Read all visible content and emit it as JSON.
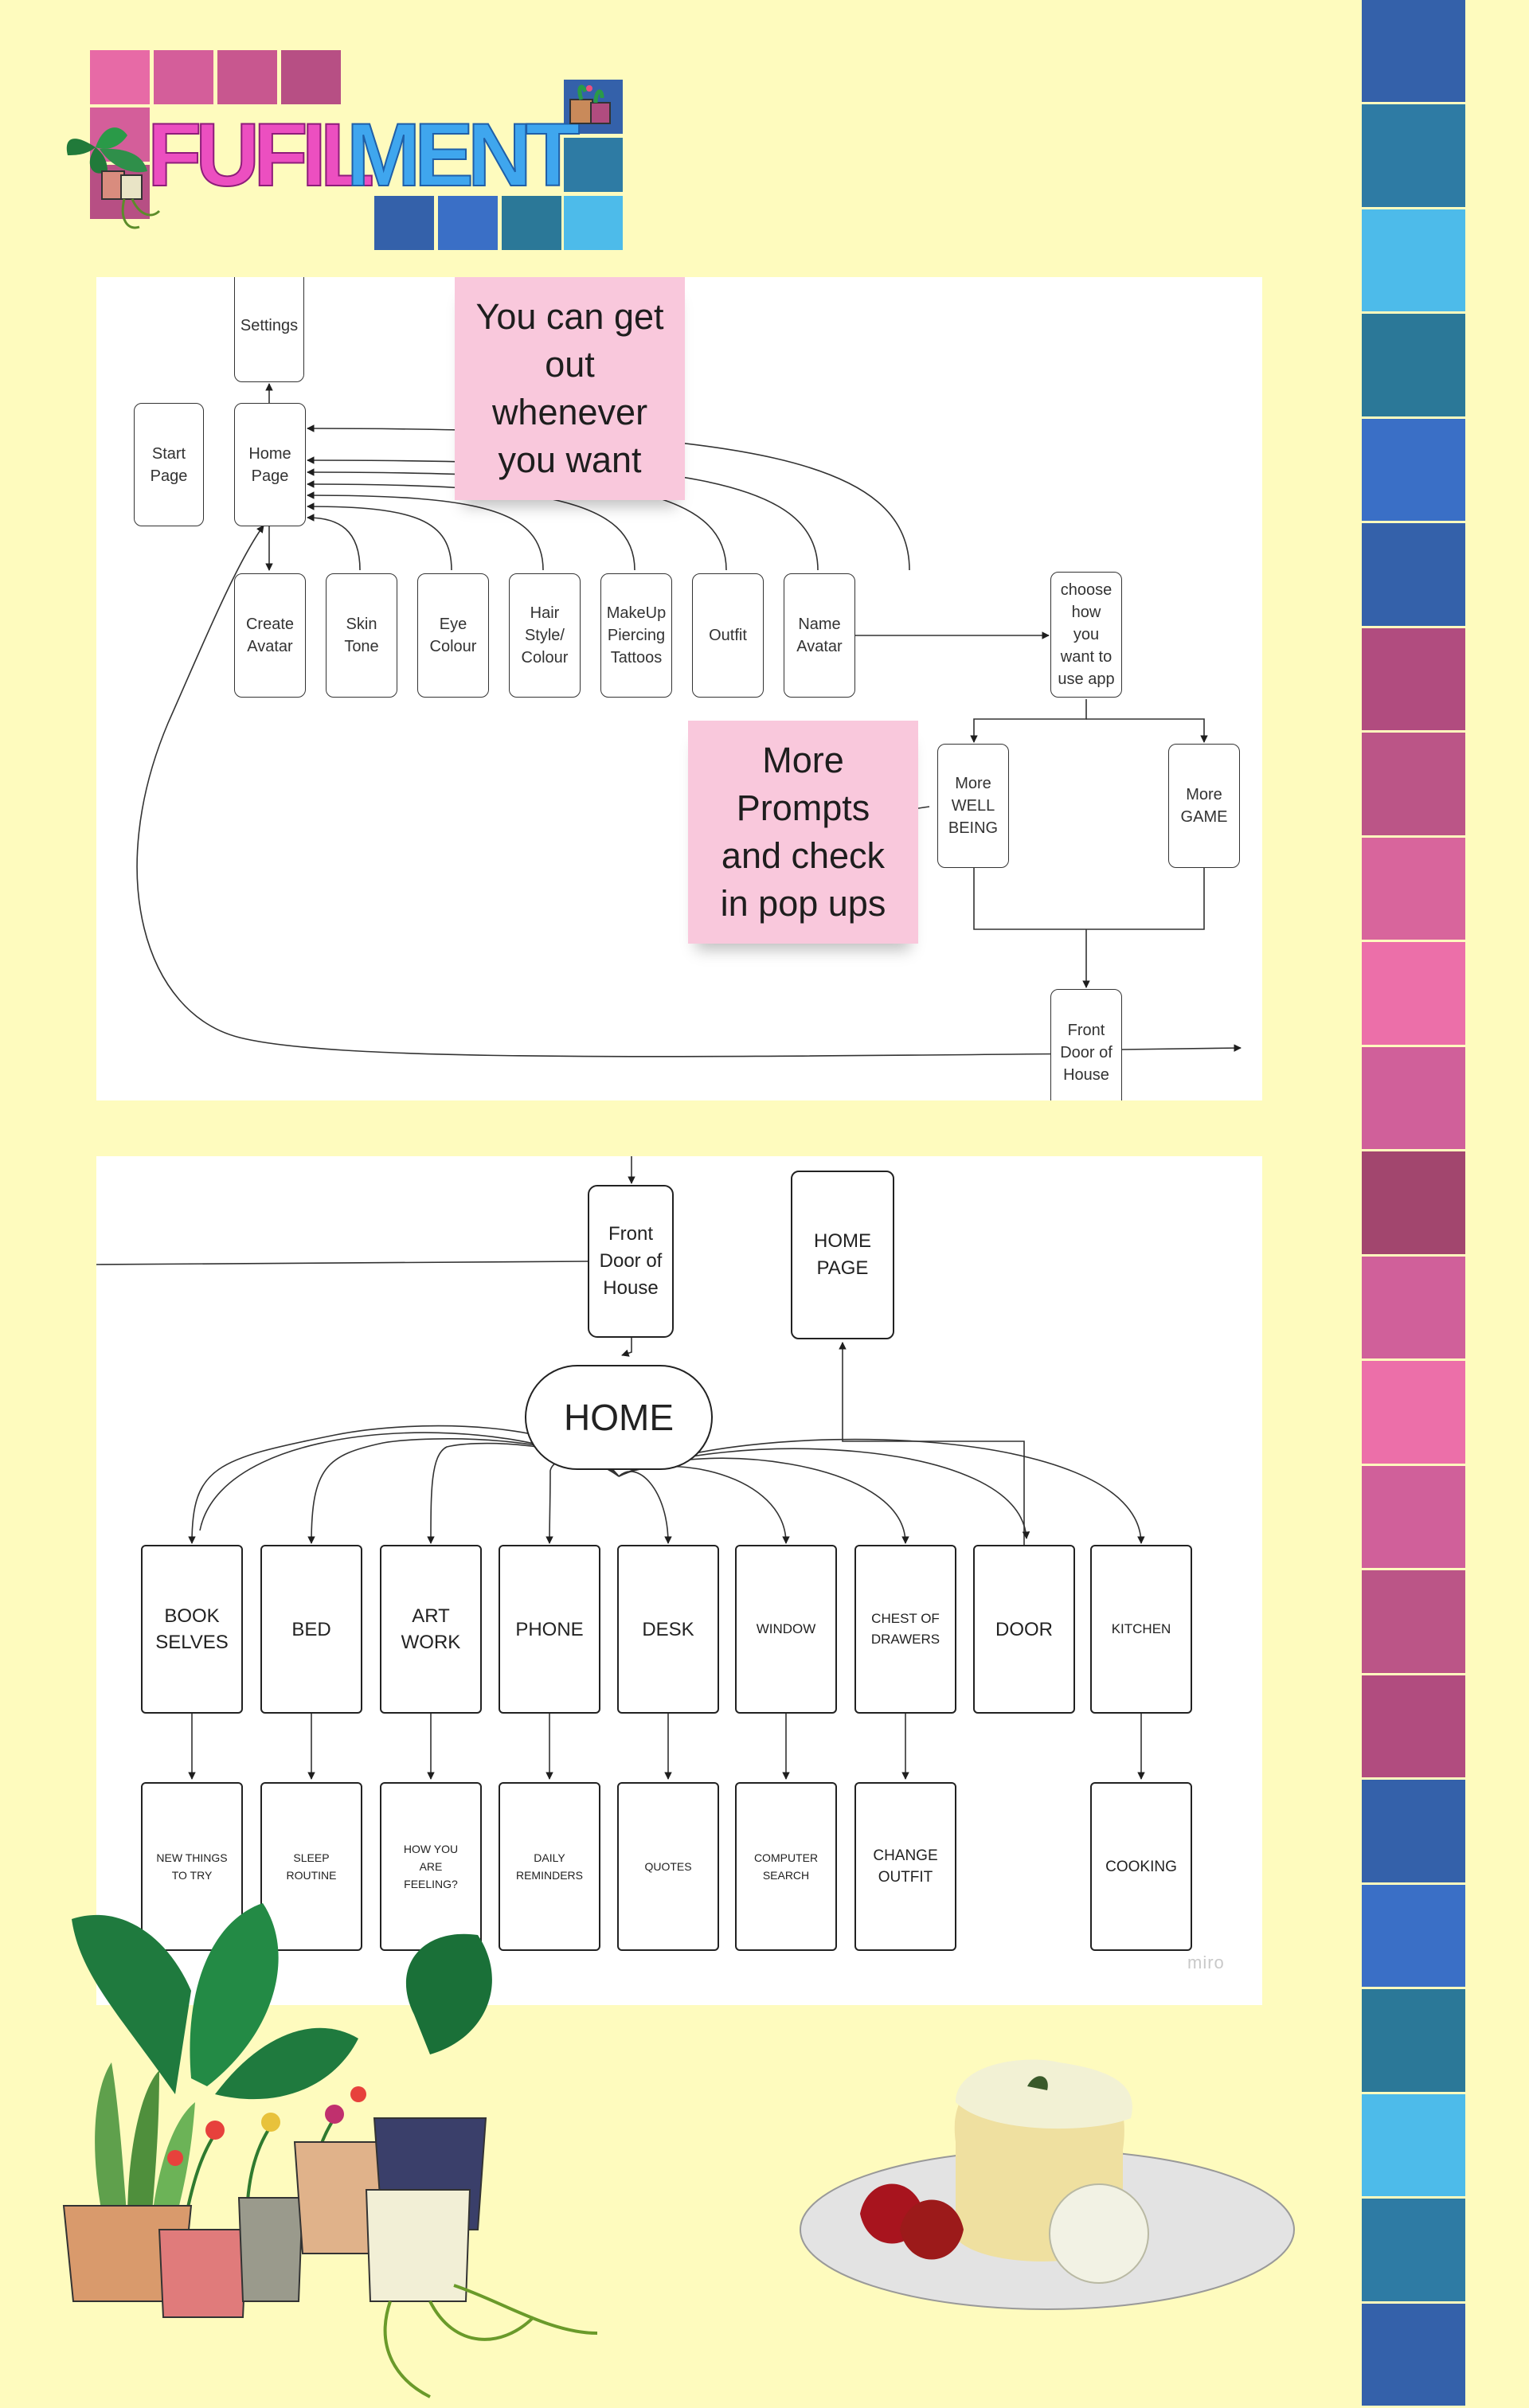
{
  "brand": {
    "logo_text_part1": "FUFIL",
    "logo_text_part2": "MENT"
  },
  "flow1": {
    "nodes": {
      "settings": "Settings",
      "start_page": "Start\nPage",
      "home_page": "Home\nPage",
      "create_avatar": "Create\nAvatar",
      "skin_tone": "Skin\nTone",
      "eye_colour": "Eye\nColour",
      "hair": "Hair\nStyle/\nColour",
      "makeup": "MakeUp\nPiercing\nTattoos",
      "outfit": "Outfit",
      "name_avatar": "Name\nAvatar",
      "choose": "choose\nhow\nyou\nwant to\nuse app",
      "more_wellbeing": "More\nWELL\nBEING",
      "more_game": "More\nGAME",
      "front_door": "Front\nDoor of\nHouse"
    },
    "notes": {
      "get_out": "You can get\nout\nwhenever\nyou want",
      "prompts": "More\nPrompts\nand check\nin pop ups"
    }
  },
  "flow2": {
    "front_door": "Front\nDoor of\nHouse",
    "home_page": "HOME\nPAGE",
    "home": "HOME",
    "rooms": [
      "BOOK\nSELVES",
      "BED",
      "ART\nWORK",
      "PHONE",
      "DESK",
      "WINDOW",
      "CHEST OF\nDRAWERS",
      "DOOR",
      "KITCHEN"
    ],
    "activities": [
      "NEW THINGS\nTO TRY",
      "SLEEP\nROUTINE",
      "HOW YOU\nARE\nFEELING?",
      "DAILY\nREMINDERS",
      "QUOTES",
      "COMPUTER\nSEARCH",
      "CHANGE\nOUTFIT",
      "",
      "COOKING"
    ],
    "watermark": "miro"
  },
  "palette": {
    "background": "#fefbbe",
    "stripe": [
      "#3461aa",
      "#2e7ba4",
      "#4dbbea",
      "#2b7898",
      "#3a6fc6",
      "#3461aa",
      "#b14c7f",
      "#bb5587",
      "#d8659c",
      "#ec6fa9",
      "#d0609a",
      "#a2466e",
      "#d0609a",
      "#ec6fa9",
      "#d0609a",
      "#bb5587",
      "#b14c7f",
      "#3461aa",
      "#3a6fc6",
      "#2b7898",
      "#4dbbea",
      "#2e7ba4",
      "#3461aa"
    ]
  }
}
